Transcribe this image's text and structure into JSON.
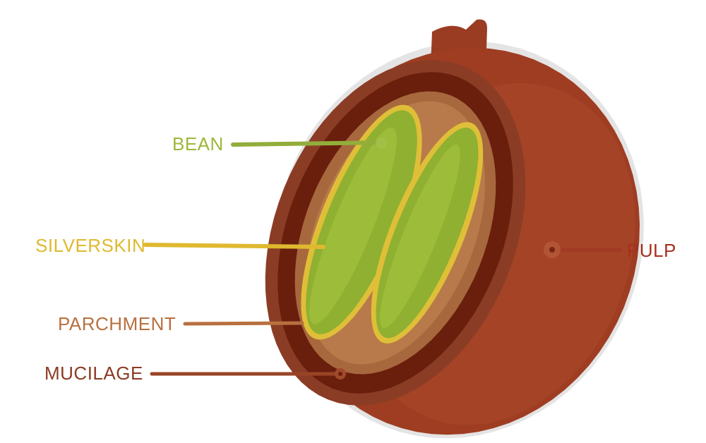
{
  "labels": {
    "bean": "BEAN",
    "silverskin": "SILVERSKIN",
    "parchment": "PARCHMENT",
    "mucilage": "MUCILAGE",
    "pulp": "PULP"
  },
  "colors": {
    "bean": "#9cb83a",
    "silverskin": "#dfb92f",
    "parchment": "#b8703f",
    "mucilage": "#8c3a22",
    "pulp": "#a5301e"
  }
}
